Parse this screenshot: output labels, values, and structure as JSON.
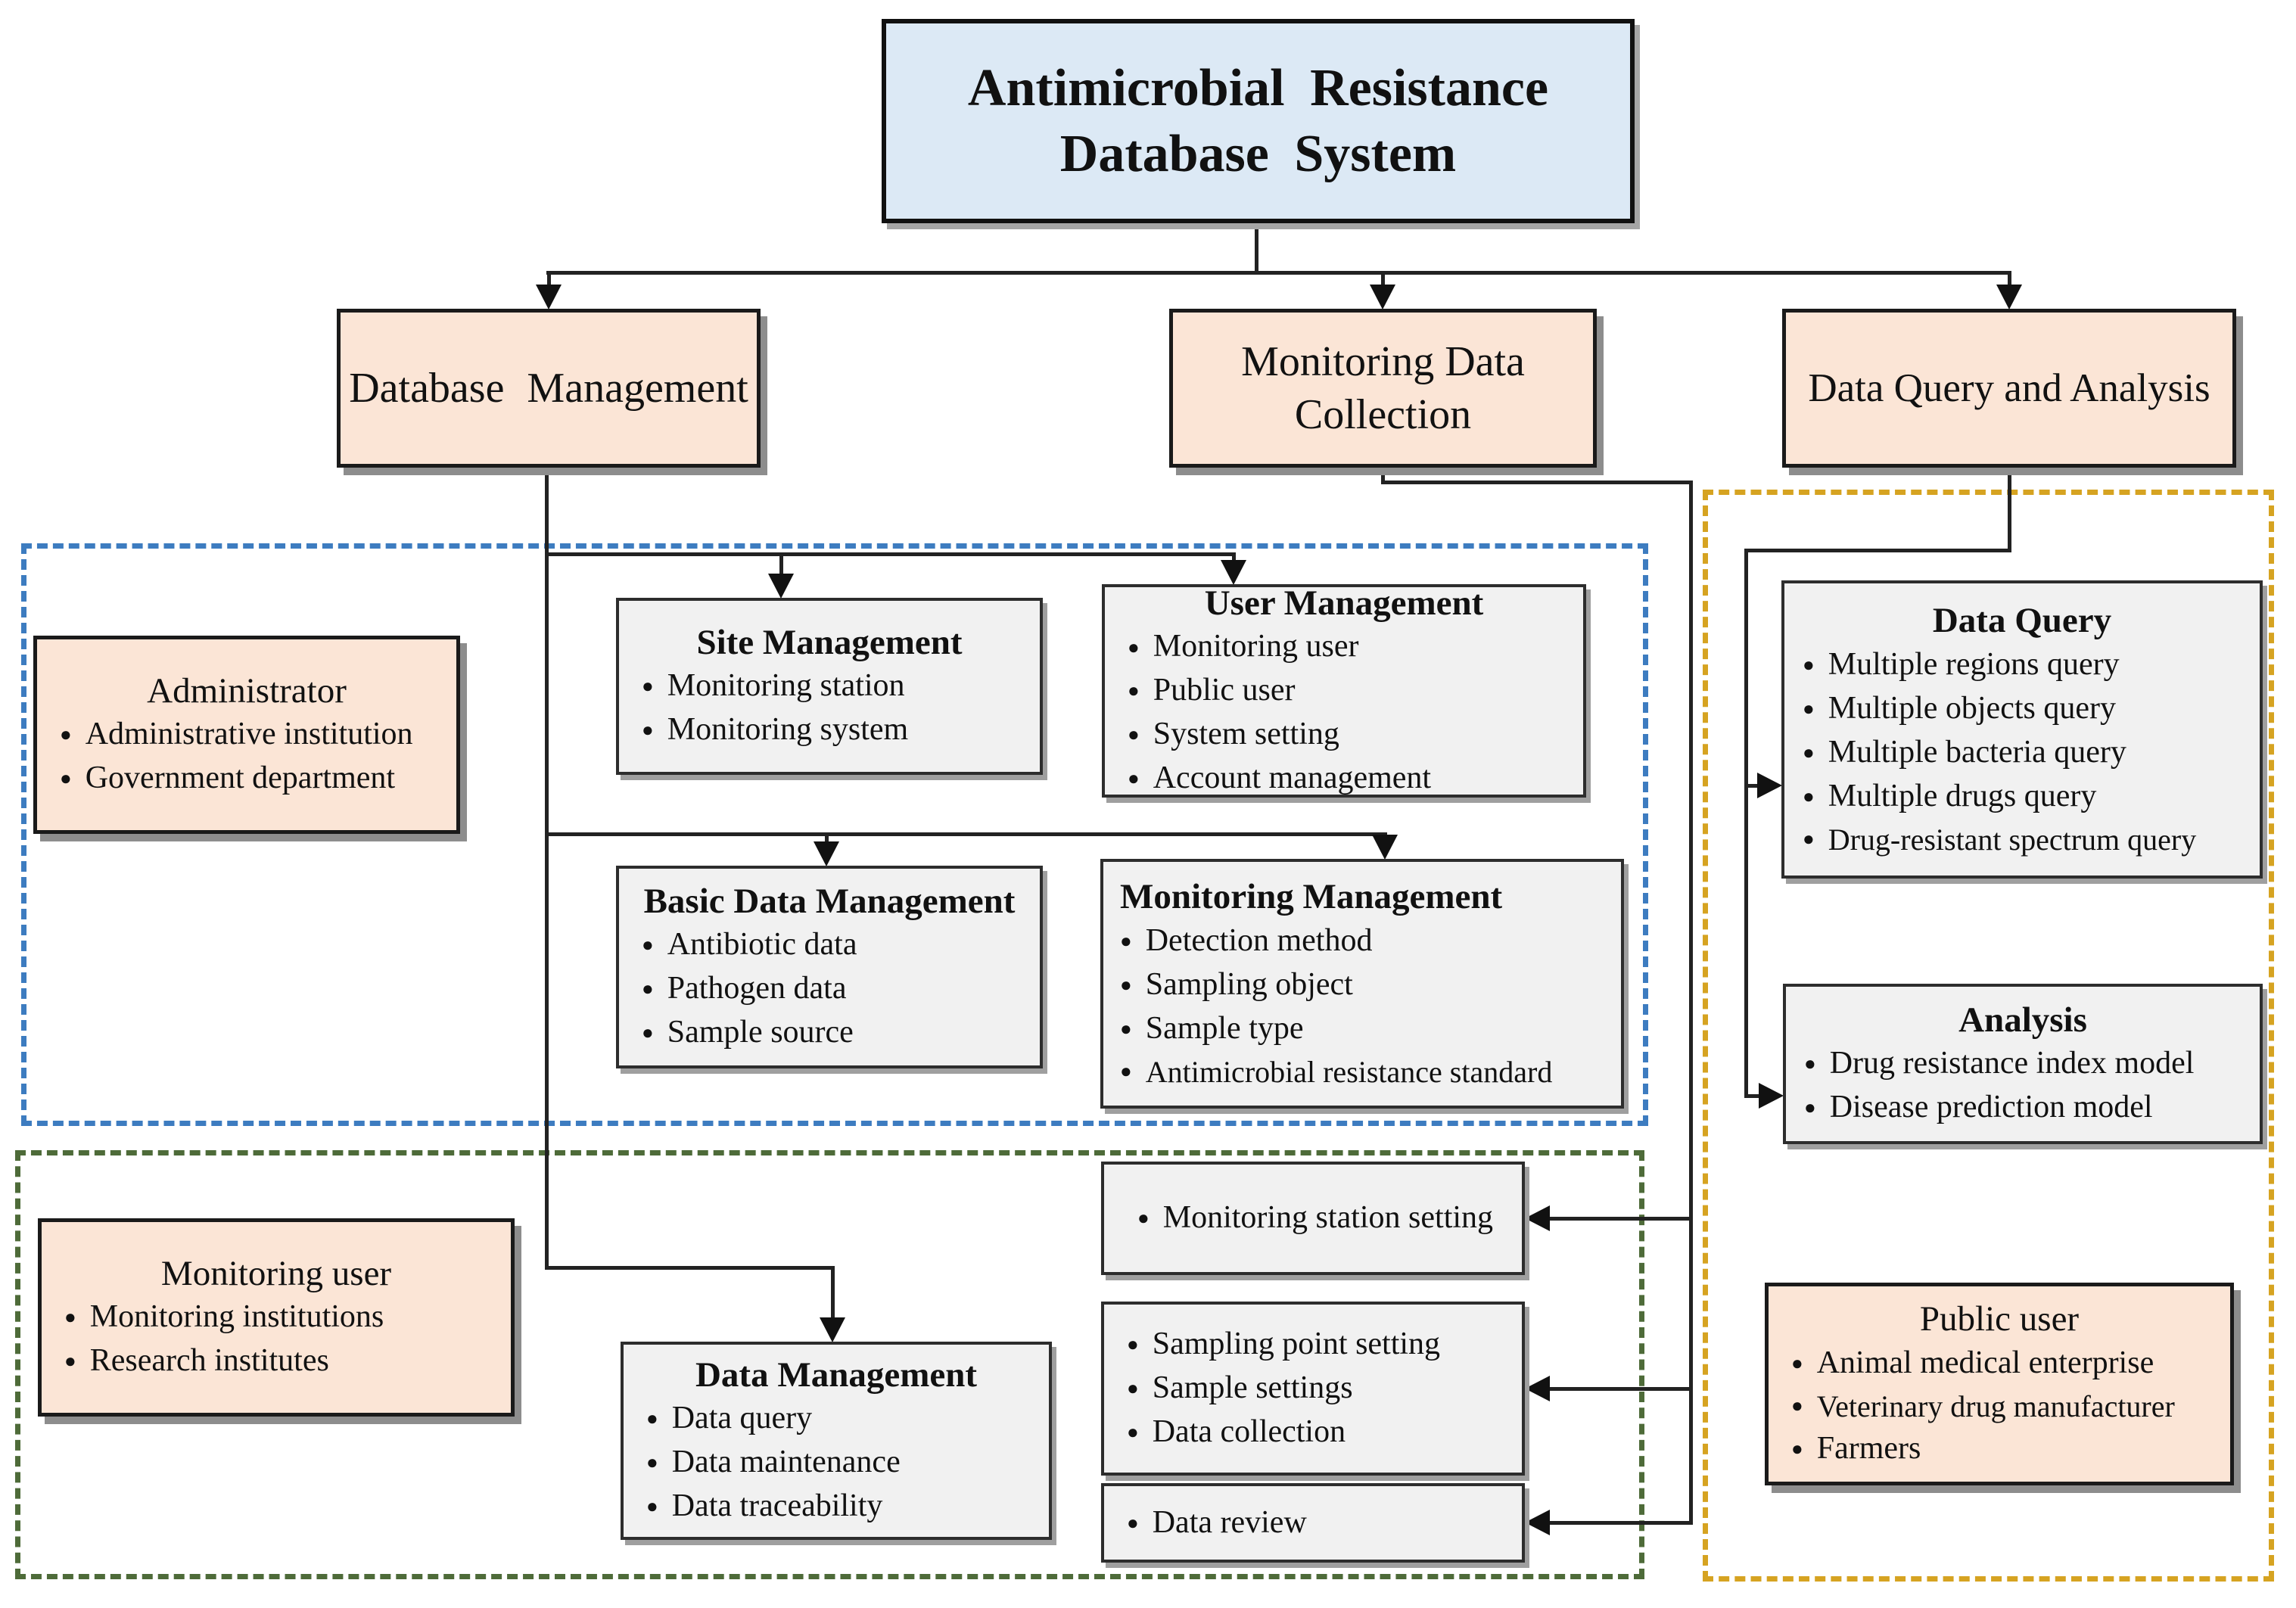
{
  "nodes": {
    "root": {
      "line1": "Antimicrobial Resistance",
      "line2": "Database  System"
    },
    "db": {
      "title": "Database  Management"
    },
    "mdc": {
      "line1": "Monitoring Data",
      "line2": "Collection"
    },
    "dqa": {
      "title": "Data Query and Analysis"
    },
    "admin": {
      "title": "Administrator",
      "items": [
        "Administrative institution",
        "Government department"
      ]
    },
    "site": {
      "title": "Site Management",
      "items": [
        "Monitoring station",
        "Monitoring system"
      ]
    },
    "user": {
      "title": "User Management",
      "items": [
        "Monitoring user",
        "Public user",
        "System setting",
        "Account management"
      ]
    },
    "basic": {
      "title": "Basic Data Management",
      "items": [
        "Antibiotic data",
        "Pathogen data",
        "Sample source"
      ]
    },
    "monmgmt": {
      "title": "Monitoring Management",
      "items": [
        "Detection method",
        "Sampling object",
        "Sample type",
        "Antimicrobial resistance standard"
      ]
    },
    "dataquery": {
      "title": "Data Query",
      "items": [
        "Multiple regions query",
        "Multiple objects query",
        "Multiple bacteria query",
        "Multiple drugs query",
        "Drug-resistant spectrum query"
      ]
    },
    "analysis": {
      "title": "Analysis",
      "items": [
        "Drug resistance index model",
        "Disease prediction model"
      ]
    },
    "monuser": {
      "title": "Monitoring user",
      "items": [
        "Monitoring institutions",
        "Research institutes"
      ]
    },
    "datamgmt": {
      "title": "Data Management",
      "items": [
        "Data query",
        "Data maintenance",
        "Data traceability"
      ]
    },
    "station": {
      "items": [
        "Monitoring station setting"
      ]
    },
    "sampling": {
      "items": [
        "Sampling point setting",
        "Sample settings",
        "Data collection"
      ]
    },
    "datareview": {
      "items": [
        "Data review"
      ]
    },
    "publicuser": {
      "title": "Public user",
      "items": [
        "Animal medical enterprise",
        "Veterinary drug manufacturer",
        "Farmers"
      ]
    }
  },
  "colors": {
    "root_fill": "#dce9f5",
    "user_role_fill": "#fbe5d6",
    "module_fill": "#f1f1f1",
    "admin_region_border": "#3d7cc0",
    "monitoring_region_border": "#4e6b39",
    "public_region_border": "#d6a321",
    "connector": "#222222"
  }
}
